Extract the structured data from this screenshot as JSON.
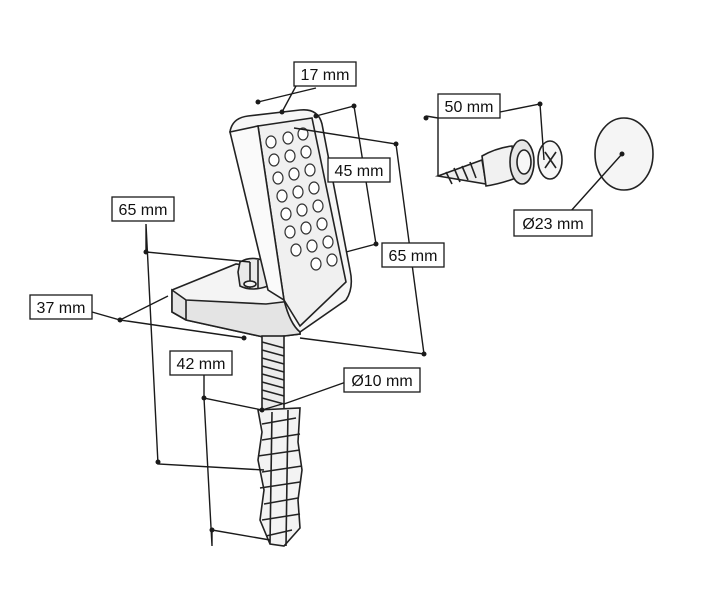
{
  "labels": {
    "pad_thickness": "17 mm",
    "pad_width": "45 mm",
    "pad_height": "65 mm",
    "base_depth": "65 mm",
    "base_width": "37 mm",
    "screw_length": "42 mm",
    "dowel_diameter": "Ø10 mm",
    "wood_screw_length": "50 mm",
    "cap_diameter": "Ø23 mm"
  },
  "colors": {
    "line": "#1a1a1a",
    "pad_fill": "#f2f2f2",
    "shadow": "#d9d9d9",
    "background": "#ffffff"
  },
  "icons": {
    "wood_screw": "wood-screw-icon",
    "cover_cap": "cover-cap-icon",
    "wall_dowel": "wall-dowel-icon",
    "door_stop_pad": "door-stop-pad-icon"
  }
}
